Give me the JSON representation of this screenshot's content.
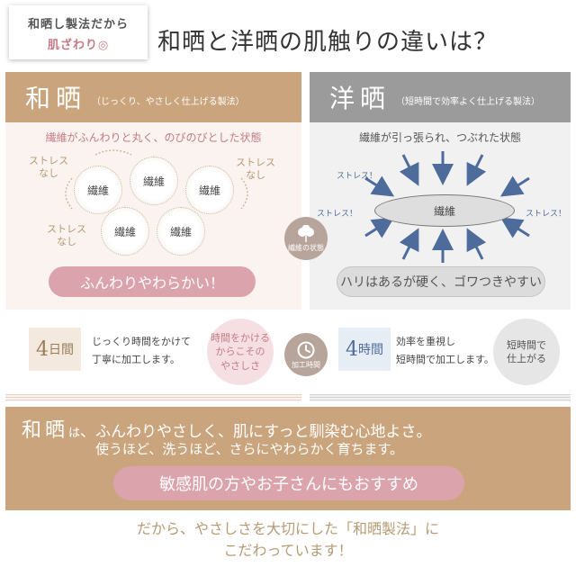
{
  "badge": {
    "line1": "和晒し製法だから",
    "line2": "肌ざわり◎"
  },
  "title": "和晒と洋晒の肌触りの違いは？",
  "wasarashi": {
    "name": "和晒",
    "subtitle": "（じっくり、やさしく仕上げる製法）",
    "state": "繊維がふんわりと丸く、のびのびとした状態",
    "fiber_label": "繊維",
    "no_stress": "ストレス\nなし",
    "ribbon": "ふんわりやわらかい！",
    "days_num": "4",
    "days_unit": "日間",
    "time_desc_1": "じっくり時間をかけて",
    "time_desc_2": "丁寧に加工します。",
    "bubble": "時間をかける\nからこその\nやさしさ"
  },
  "yousarashi": {
    "name": "洋晒",
    "subtitle": "（短時間で効率よく仕上げる製法）",
    "state": "繊維が引っ張られ、つぶれた状態",
    "fiber_label": "繊維",
    "stress": "ストレス！",
    "ribbon": "ハリはあるが硬く、ゴワつきやすい",
    "days_num": "4",
    "days_unit": "時間",
    "time_desc_1": "効率を重視し",
    "time_desc_2": "短時間で加工します。",
    "bubble": "短時間で\n仕上がる"
  },
  "center": {
    "fiber_state": "繊維の状態",
    "process_time": "加工時間"
  },
  "bottom": {
    "big": "和晒",
    "particle": "は",
    "line1_rest": "、ふんわりやさしく、肌にすっと馴染む心地よさ。",
    "line2": "使うほど、洗うほど、さらにやわらかく育ちます。",
    "recommend": "敏感肌の方やお子さんにもおすすめ"
  },
  "closing": {
    "line1": "だから、やさしさを大切にした「和晒製法」に",
    "line2": "こだわっています！"
  },
  "colors": {
    "tan": "#c9a47c",
    "pink": "#dba3ac",
    "gray": "#9b9b9b",
    "blue": "#4d6b9b"
  }
}
